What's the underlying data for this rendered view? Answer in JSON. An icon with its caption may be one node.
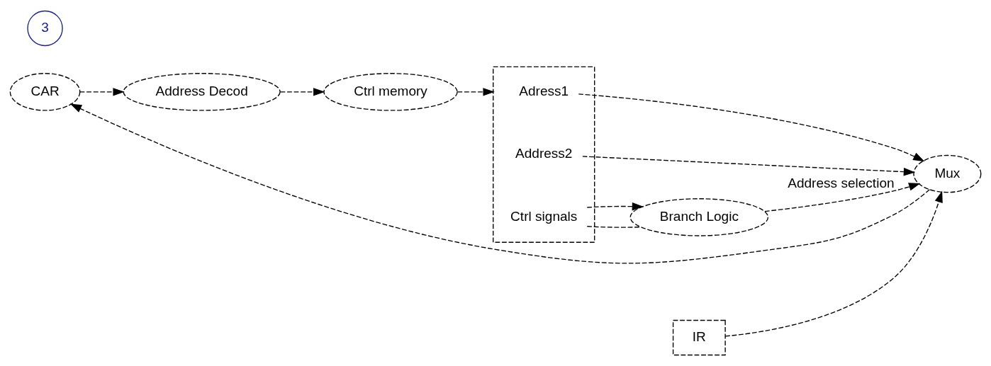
{
  "diagram": {
    "nodes": [
      {
        "text": [
          "CAR"
        ]
      },
      {
        "text": [
          "Address Decod"
        ]
      },
      {
        "text": [
          "Ctrl memory"
        ]
      },
      {
        "text": [],
        "shape": "box"
      },
      {
        "text": [
          "Adress1"
        ],
        "in": 3
      },
      {
        "text": [
          "Address2"
        ],
        "in": 3
      },
      {
        "text": [
          "Ctrl signals"
        ],
        "in": 3
      },
      {
        "text": [
          "Mux"
        ]
      },
      {
        "text": [
          "IR"
        ]
      },
      {
        "text": [
          "Branch Logic"
        ]
      }
    ],
    "edges": [
      {
        "from": 0,
        "to": 1,
        "arrow": "to"
      },
      {
        "from": 1,
        "to": 2,
        "arrow": "to"
      },
      {
        "from": 2,
        "to": 3,
        "arrow": "to"
      },
      {
        "from": 4,
        "to": 7,
        "arrow": "to"
      },
      {
        "from": 5,
        "to": 7,
        "arrow": "to"
      },
      {
        "from": 6,
        "to": 9,
        "arrow": "none"
      },
      {
        "from": 6,
        "to": 9,
        "arrow": "to"
      },
      {
        "from": 9,
        "to": 7,
        "arrow": "to",
        "label": "Address selection"
      },
      {
        "from": 8,
        "to": 7,
        "arrow": "to"
      },
      {
        "from": 7,
        "to": 0,
        "arrow": "to"
      }
    ],
    "labels": [
      "3"
    ]
  }
}
